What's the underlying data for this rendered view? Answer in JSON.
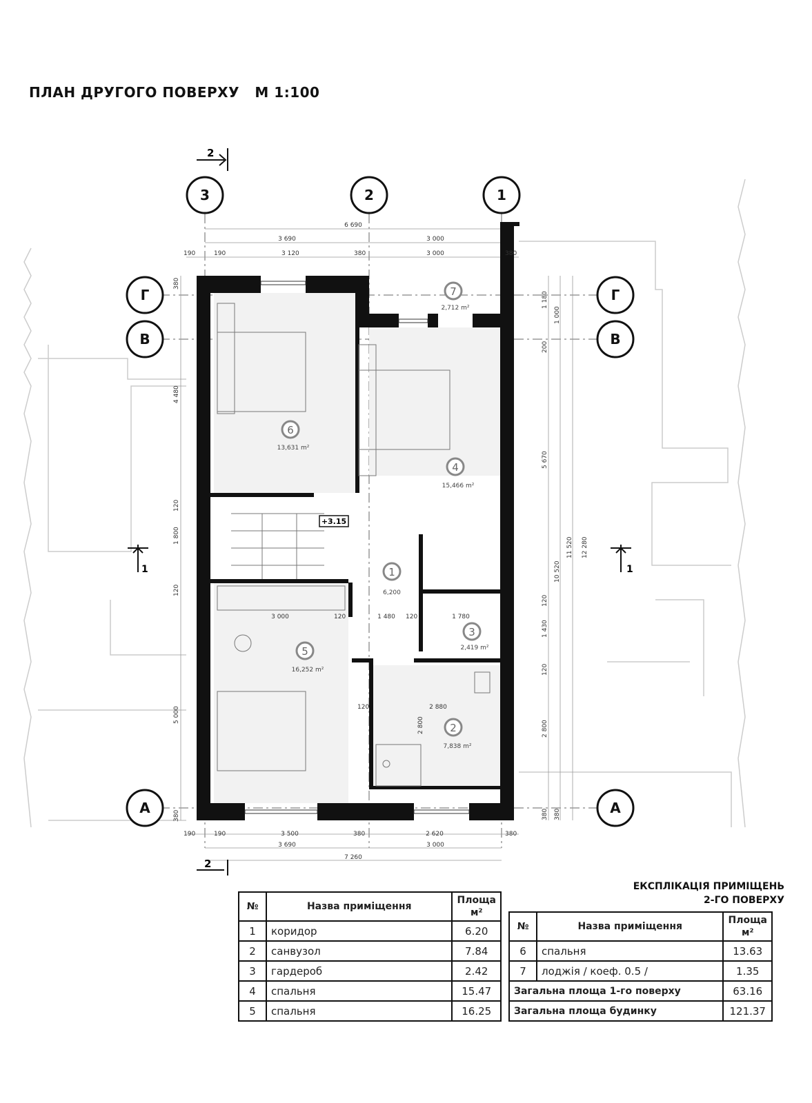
{
  "title": "ПЛАН ДРУГОГО ПОВЕРХУ   М 1:100",
  "axes": {
    "cols": [
      "3",
      "2",
      "1"
    ],
    "rows": [
      "Г",
      "В",
      "А"
    ]
  },
  "sections": {
    "s2": "2",
    "s1": "1"
  },
  "level": "+3.15",
  "dims": {
    "top_total": "6 690",
    "top_a": "3 690",
    "top_b": "3 000",
    "t190a": "190",
    "t190b": "190",
    "t3120": "3 120",
    "t380a": "380",
    "t3000": "3 000",
    "t380b": "380",
    "b190a": "190",
    "b190b": "190",
    "b3500": "3 500",
    "b380a": "380",
    "b2620": "2 620",
    "b380b": "380",
    "b3690": "3 690",
    "b3000": "3 000",
    "b7260": "7 260",
    "l380": "380",
    "l4480": "4 480",
    "l120a": "120",
    "l1800": "1 800",
    "l120b": "120",
    "l5000": "5 000",
    "l380b": "380",
    "r1180": "1 180",
    "r1000": "1 000",
    "r200": "200",
    "r5670": "5 670",
    "r11520": "11 520",
    "r12280": "12 280",
    "r10520": "10 520",
    "r120a": "120",
    "r1430": "1 430",
    "r120b": "120",
    "r2800": "2 800",
    "r380a": "380",
    "r380b": "380",
    "i3000": "3 000",
    "i120a": "120",
    "i1480": "1 480",
    "i120b": "120",
    "i1780": "1 780",
    "i120c": "120",
    "i2880": "2 880",
    "i2800": "2 800"
  },
  "rooms": [
    {
      "n": "1",
      "area": "6,200"
    },
    {
      "n": "2",
      "area": "7,838 m²"
    },
    {
      "n": "3",
      "area": "2,419 m²"
    },
    {
      "n": "4",
      "area": "15,466 m²"
    },
    {
      "n": "5",
      "area": "16,252 m²"
    },
    {
      "n": "6",
      "area": "13,631 m²"
    },
    {
      "n": "7",
      "area": "2,712 m²"
    }
  ],
  "explication": {
    "title1": "ЕКСПЛІКАЦІЯ ПРИМІЩЕНЬ",
    "title2": "2-ГО ПОВЕРХУ"
  },
  "table_headers": {
    "num": "№",
    "name": "Назва приміщення",
    "area": "Площа",
    "unit": "м²"
  },
  "table1": [
    {
      "n": "1",
      "name": "коридор",
      "area": "6.20"
    },
    {
      "n": "2",
      "name": "санвузол",
      "area": "7.84"
    },
    {
      "n": "3",
      "name": "гардероб",
      "area": "2.42"
    },
    {
      "n": "4",
      "name": "спальня",
      "area": "15.47"
    },
    {
      "n": "5",
      "name": "спальня",
      "area": "16.25"
    }
  ],
  "table2": [
    {
      "n": "6",
      "name": "спальня",
      "area": "13.63"
    },
    {
      "n": "7",
      "name": "лоджія / коеф. 0.5 /",
      "area": "1.35"
    }
  ],
  "totals": [
    {
      "label": "Загальна площа 1-го поверху",
      "value": "63.16"
    },
    {
      "label": "Загальна площа будинку",
      "value": "121.37"
    }
  ]
}
